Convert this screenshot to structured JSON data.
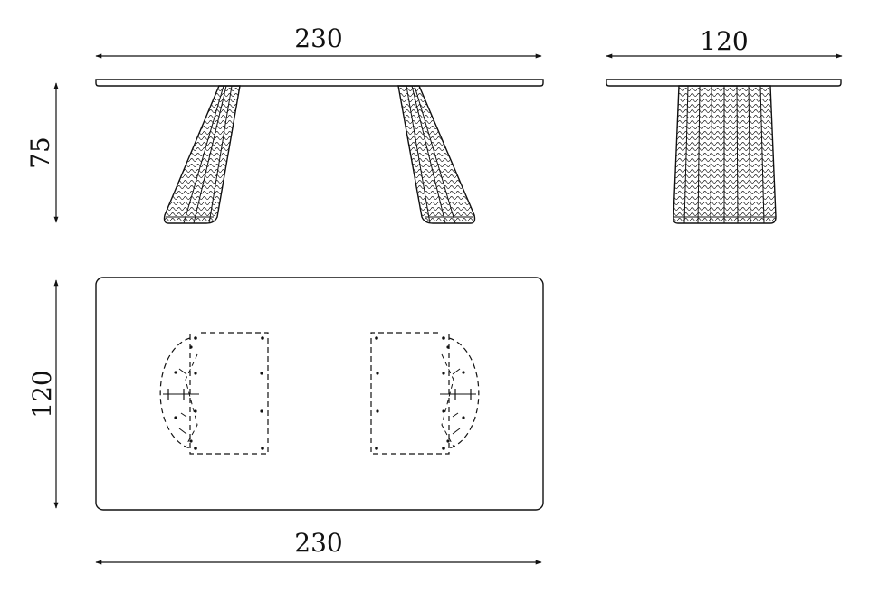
{
  "dimensions": {
    "front_width": "230",
    "side_width": "120",
    "height": "75",
    "top_depth": "120",
    "top_width": "230"
  },
  "colors": {
    "line": "#111111",
    "background": "#ffffff"
  }
}
